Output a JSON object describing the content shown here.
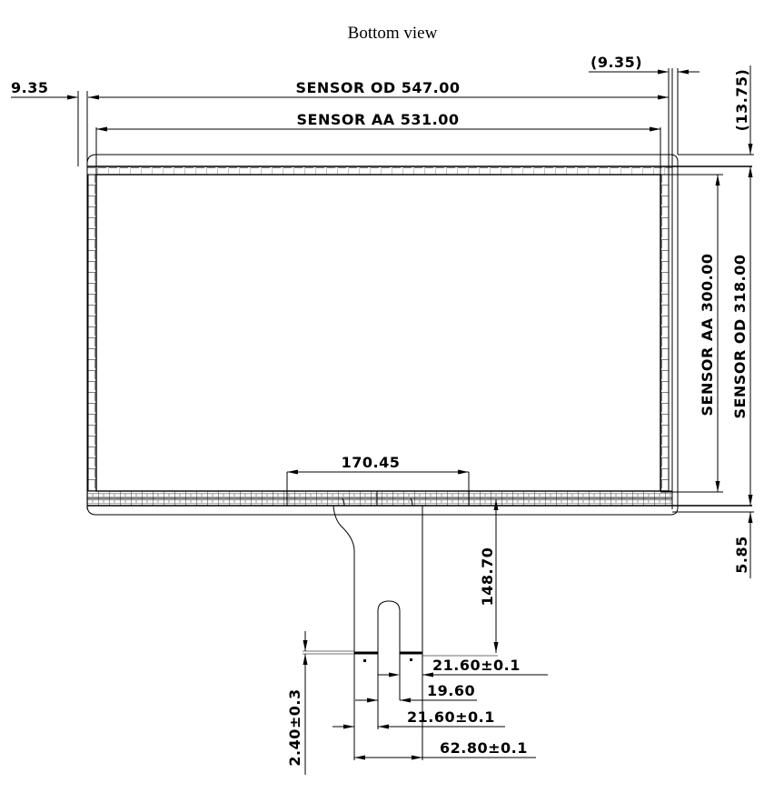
{
  "title": "Bottom view",
  "dimensions": {
    "left_margin": "9.35",
    "right_margin": "(9.35)",
    "sensor_od_width": "SENSOR OD 547.00",
    "sensor_aa_width": "SENSOR AA 531.00",
    "top_margin": "(13.75)",
    "sensor_aa_height": "SENSOR AA 300.00",
    "sensor_od_height": "SENSOR OD 318.00",
    "bottom_margin": "5.85",
    "tail_offset": "170.45",
    "tail_length": "148.70",
    "finger_width_right": "21.60±0.1",
    "finger_gap": "19.60",
    "finger_width_left": "21.60±0.1",
    "tail_width": "62.80±0.1",
    "stiffener_thickness": "2.40±0.3"
  },
  "colors": {
    "line": "#000000",
    "background": "#ffffff"
  }
}
